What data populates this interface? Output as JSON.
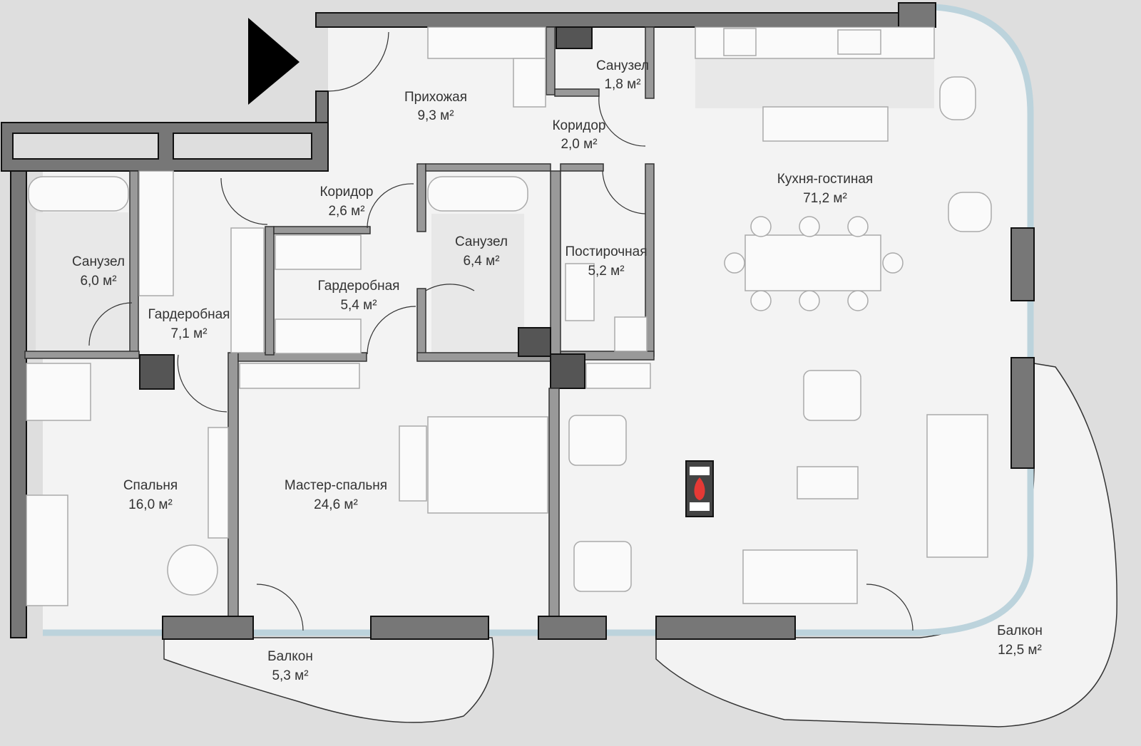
{
  "plan": {
    "entrance_marker": "entrance-arrow",
    "colors": {
      "background": "#dedede",
      "wall": "#777777",
      "floor": "#f3f3f3",
      "glass": "#bcd3dc",
      "flame": "#e53935"
    },
    "rooms": [
      {
        "id": "hall",
        "name": "Прихожая",
        "area": "9,3 м²"
      },
      {
        "id": "wc-small",
        "name": "Санузел",
        "area": "1,8 м²"
      },
      {
        "id": "corridor-1",
        "name": "Коридор",
        "area": "2,0 м²"
      },
      {
        "id": "kitchen-living",
        "name": "Кухня-гостиная",
        "area": "71,2 м²"
      },
      {
        "id": "corridor-2",
        "name": "Коридор",
        "area": "2,6 м²"
      },
      {
        "id": "bath-master",
        "name": "Санузел",
        "area": "6,4 м²"
      },
      {
        "id": "laundry",
        "name": "Постирочная",
        "area": "5,2 м²"
      },
      {
        "id": "bath-1",
        "name": "Санузел",
        "area": "6,0 м²"
      },
      {
        "id": "wardrobe-master",
        "name": "Гардеробная",
        "area": "5,4 м²"
      },
      {
        "id": "wardrobe-1",
        "name": "Гардеробная",
        "area": "7,1 м²"
      },
      {
        "id": "bedroom",
        "name": "Спальня",
        "area": "16,0 м²"
      },
      {
        "id": "master-bedroom",
        "name": "Мастер-спальня",
        "area": "24,6 м²"
      },
      {
        "id": "balcony-1",
        "name": "Балкон",
        "area": "5,3 м²"
      },
      {
        "id": "balcony-2",
        "name": "Балкон",
        "area": "12,5 м²"
      }
    ]
  }
}
